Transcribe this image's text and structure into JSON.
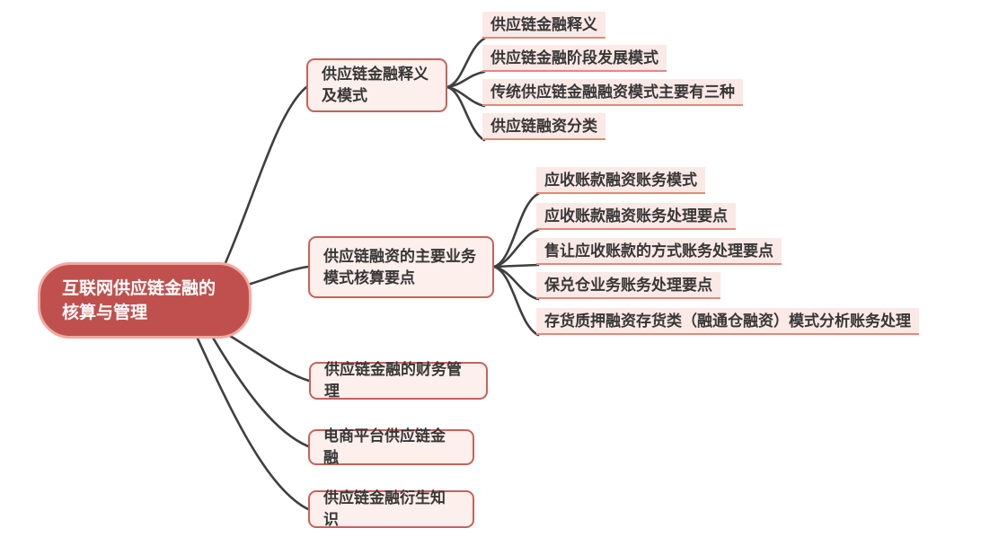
{
  "colors": {
    "root_fill": "#c0504d",
    "root_border": "#f0a9a0",
    "root_text": "#ffffff",
    "branch_fill": "#fdefeb",
    "branch_border": "#c7625a",
    "leaf_fill": "#fbe9e6",
    "leaf_underline": "#df8a7d",
    "node_text": "#373737",
    "connector_line": "#3f3f3f",
    "background": "#ffffff"
  },
  "mindmap": {
    "root": {
      "label": "互联网供应链金融的核算与管理"
    },
    "branches": [
      {
        "label": "供应链金融释义及模式",
        "children": [
          "供应链金融释义",
          "供应链金融阶段发展模式",
          "传统供应链金融融资模式主要有三种",
          "供应链融资分类"
        ]
      },
      {
        "label": "供应链融资的主要业务模式核算要点",
        "children": [
          "应收账款融资账务模式",
          "应收账款融资账务处理要点",
          "售让应收账款的方式账务处理要点",
          "保兑仓业务账务处理要点",
          "存货质押融资存货类（融通仓融资）模式分析账务处理"
        ]
      },
      {
        "label": "供应链金融的财务管理",
        "children": []
      },
      {
        "label": "电商平台供应链金融",
        "children": []
      },
      {
        "label": "供应链金融衍生知识",
        "children": []
      }
    ]
  }
}
